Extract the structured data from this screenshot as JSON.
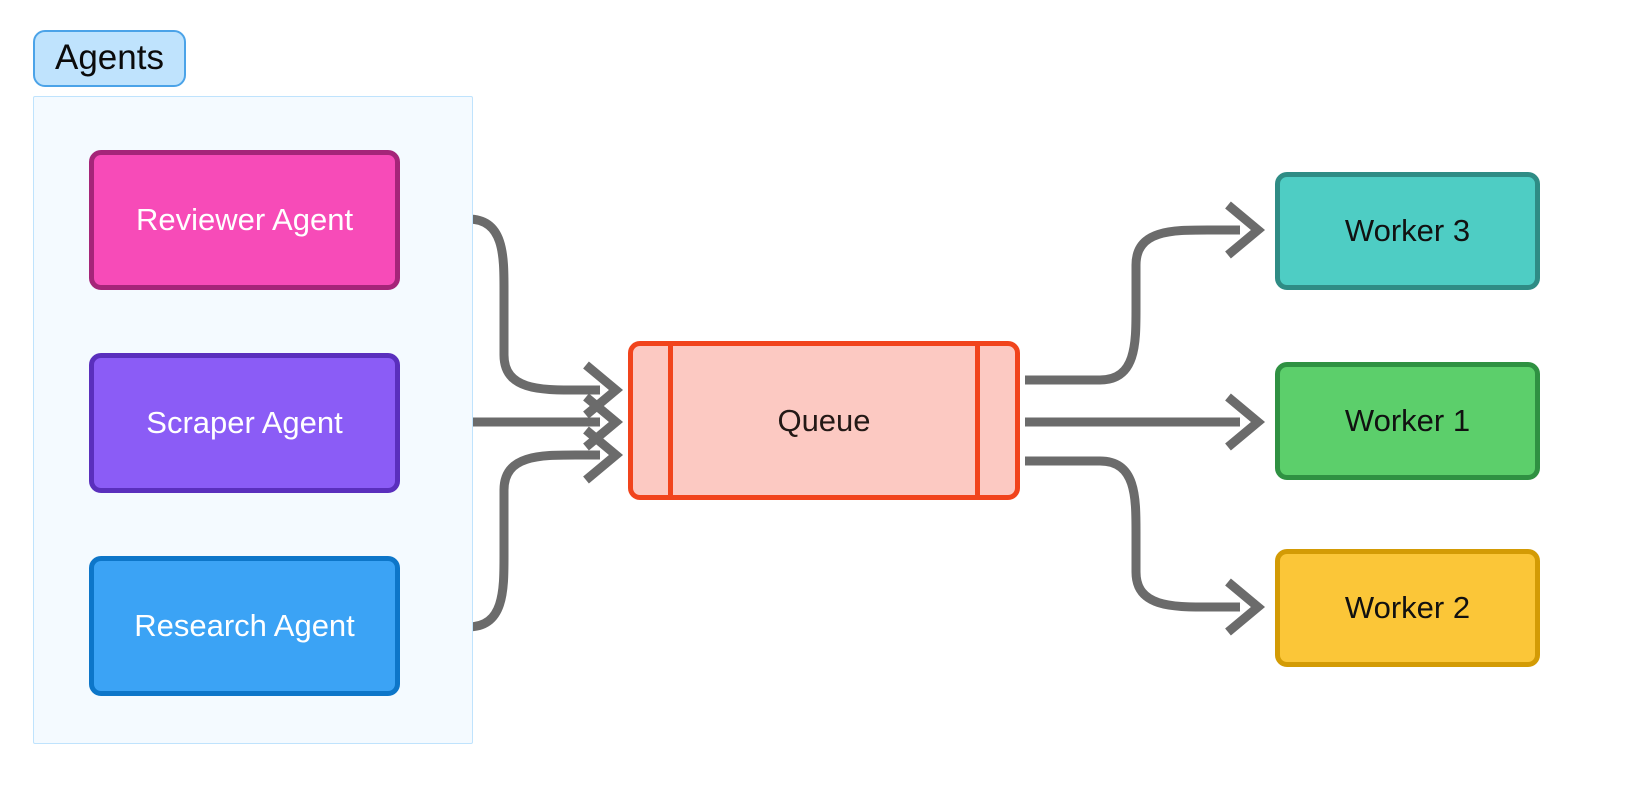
{
  "diagram": {
    "type": "flowchart",
    "direction": "left-to-right",
    "subgraph": {
      "label": "Agents",
      "nodes": [
        {
          "id": "reviewer",
          "label": "Reviewer Agent",
          "fill": "#f74bb8",
          "stroke": "#a52579",
          "text": "#ffffff"
        },
        {
          "id": "scraper",
          "label": "Scraper Agent",
          "fill": "#8b5cf6",
          "stroke": "#5a2fbd",
          "text": "#ffffff"
        },
        {
          "id": "research",
          "label": "Research Agent",
          "fill": "#3ba3f5",
          "stroke": "#0d76c9",
          "text": "#ffffff"
        }
      ],
      "fill": "#f4faff",
      "stroke": "#bfe3fd",
      "label_fill": "#bfe3fd",
      "label_stroke": "#4ba3e8"
    },
    "queue": {
      "id": "queue",
      "label": "Queue",
      "shape": "database",
      "fill": "#fcc9c2",
      "stroke": "#f1441c",
      "text": "#231916"
    },
    "workers": [
      {
        "id": "worker3",
        "label": "Worker 3",
        "fill": "#4ecdc4",
        "stroke": "#2f8c85",
        "text": "#111111"
      },
      {
        "id": "worker1",
        "label": "Worker 1",
        "fill": "#5ccf6b",
        "stroke": "#2f9142",
        "text": "#111111"
      },
      {
        "id": "worker2",
        "label": "Worker 2",
        "fill": "#fbc638",
        "stroke": "#d39b05",
        "text": "#111111"
      }
    ],
    "edges": [
      {
        "from": "reviewer",
        "to": "queue",
        "style": "curved"
      },
      {
        "from": "scraper",
        "to": "queue",
        "style": "straight"
      },
      {
        "from": "research",
        "to": "queue",
        "style": "curved"
      },
      {
        "from": "queue",
        "to": "worker3",
        "style": "curved"
      },
      {
        "from": "queue",
        "to": "worker1",
        "style": "straight"
      },
      {
        "from": "queue",
        "to": "worker2",
        "style": "curved"
      }
    ],
    "edge_color": "#6b6b6b"
  }
}
